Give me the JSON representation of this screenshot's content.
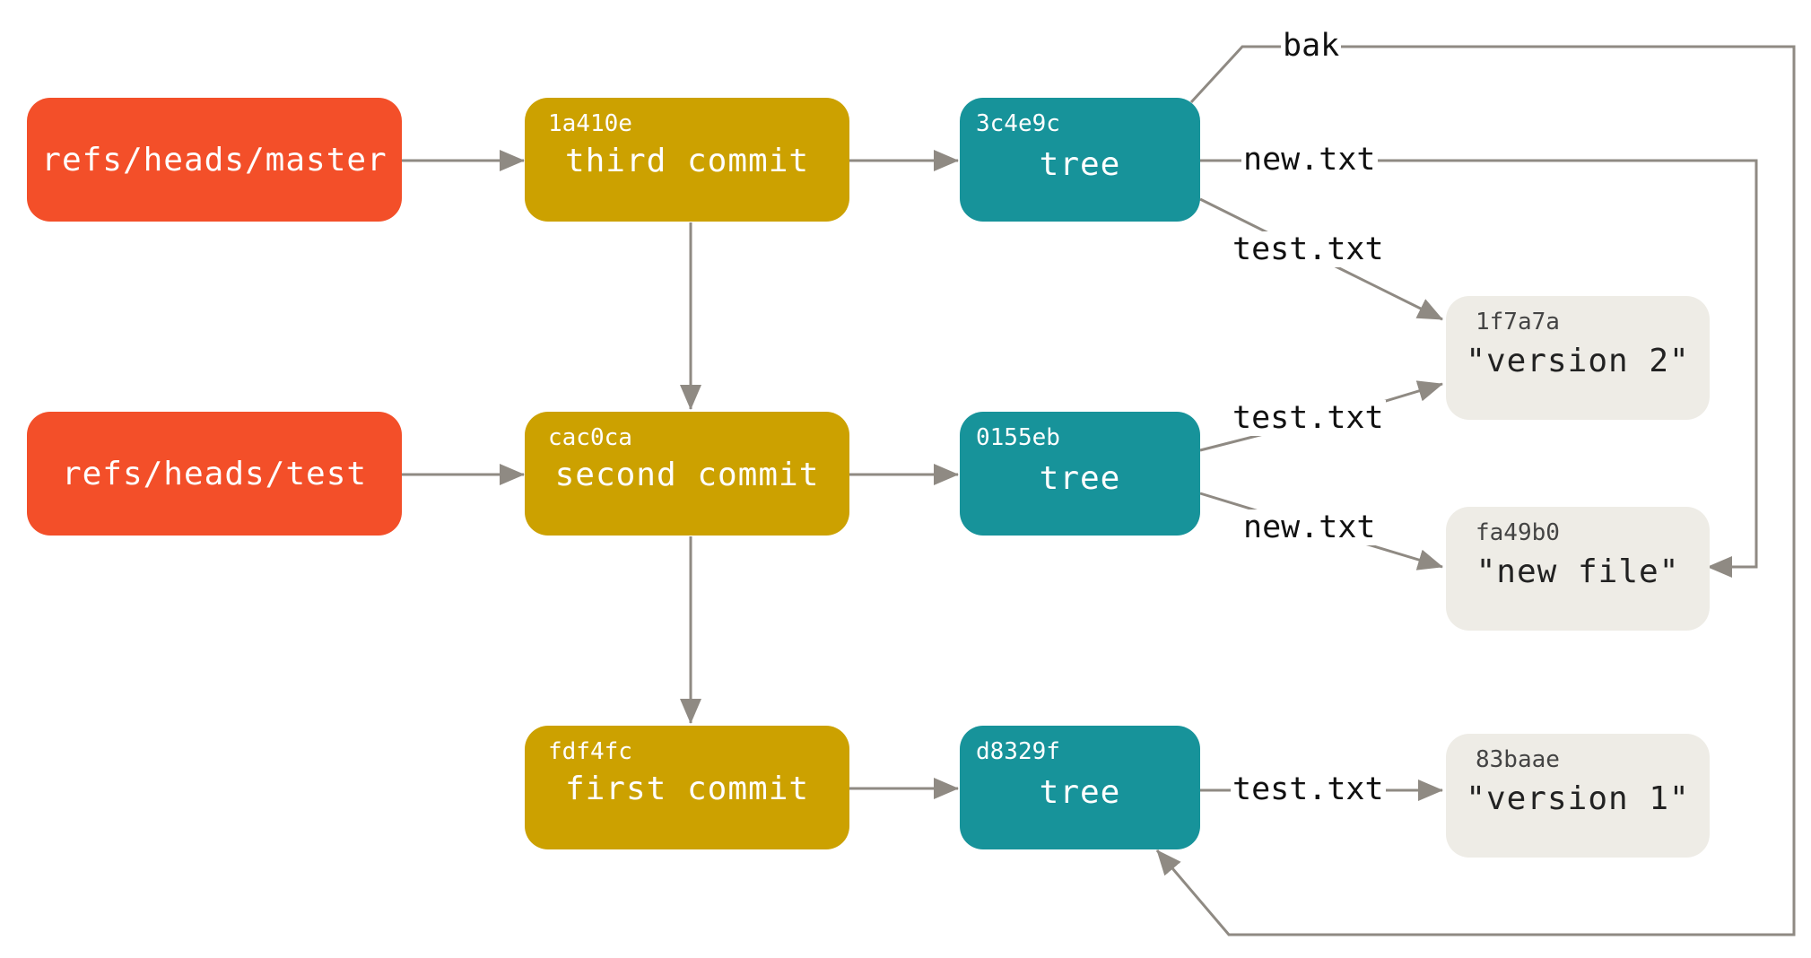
{
  "refs": {
    "master": "refs/heads/master",
    "test": "refs/heads/test"
  },
  "commits": [
    {
      "hash": "1a410e",
      "message": "third commit"
    },
    {
      "hash": "cac0ca",
      "message": "second commit"
    },
    {
      "hash": "fdf4fc",
      "message": "first commit"
    }
  ],
  "trees": [
    {
      "hash": "3c4e9c",
      "label": "tree"
    },
    {
      "hash": "0155eb",
      "label": "tree"
    },
    {
      "hash": "d8329f",
      "label": "tree"
    }
  ],
  "blobs": [
    {
      "hash": "1f7a7a",
      "content": "\"version 2\""
    },
    {
      "hash": "fa49b0",
      "content": "\"new file\""
    },
    {
      "hash": "83baae",
      "content": "\"version 1\""
    }
  ],
  "edges": {
    "bak": "bak",
    "tree1_new": "new.txt",
    "tree1_test": "test.txt",
    "tree2_test": "test.txt",
    "tree2_new": "new.txt",
    "tree3_test": "test.txt"
  },
  "colors": {
    "ref": "#f34f29",
    "commit": "#cca100",
    "tree": "#17939a",
    "blob": "#eeece6",
    "arrow": "#8f8a83"
  }
}
